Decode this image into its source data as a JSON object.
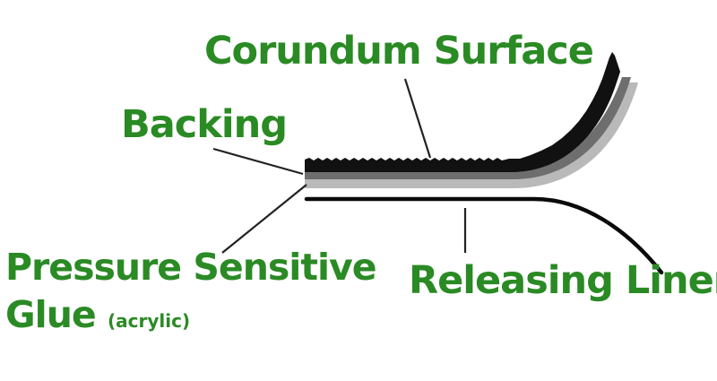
{
  "diagram": {
    "labels": {
      "corundum_surface": "Corundum Surface",
      "backing": "Backing",
      "pressure_sensitive": "Pressure Sensitive",
      "glue": "Glue",
      "glue_note": "(acrylic)",
      "releasing_liner": "Releasing Liner"
    },
    "colors": {
      "label_green": "#2a8a24",
      "corundum_black": "#111111",
      "backing_gray": "#6e6e6e",
      "glue_light_gray": "#b9b9b9",
      "liner_black": "#0a0a0a",
      "leader_line": "#222222"
    }
  }
}
